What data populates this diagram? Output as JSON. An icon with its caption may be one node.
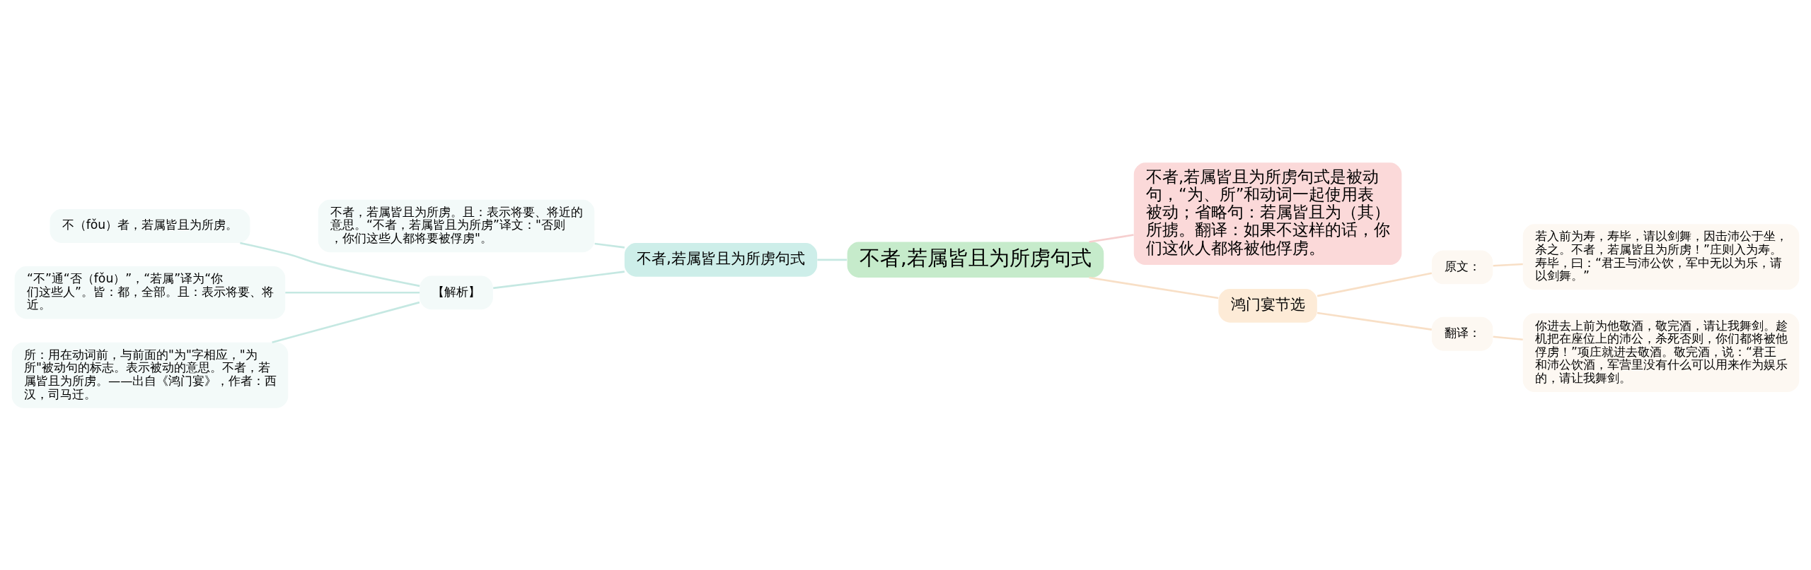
{
  "diagram": {
    "nodes": [
      {
        "text": [
          "不者,若属皆且为所虏句式"
        ]
      },
      {
        "text": [
          "不者,若属皆且为所虏句式"
        ]
      },
      {
        "text": [
          "不者，若属皆且为所虏。且：表示将要、将近的意思。“不者，若属皆且为所虏”译文：\"否则，你们这些人都将要被俘虏\"。"
        ]
      },
      {
        "text": [
          "【解析】"
        ]
      },
      {
        "text": [
          "不（fǒu）者，若属皆且为所虏。"
        ]
      },
      {
        "text": [
          "“不”通“否（fǒu）”，“若属”译为“你们这些人”。皆：都，全部。且：表示将要、将近。"
        ]
      },
      {
        "text": [
          "所：用在动词前，与前面的\"为\"字相应，\"为所\"被动句的标志。表示被动的意思。不者，若属皆且为所虏。——出自《鸿门宴》，作者：西汉，司马迁。"
        ]
      },
      {
        "text": [
          "不者,若属皆且为所虏句式是被动句，“为、所”和动词一起使用表被动；省略句：若属皆且为（其）所掳。翻译：如果不这样的话，你们这伙人都将被他俘虏。"
        ]
      },
      {
        "text": [
          "鸿门宴节选"
        ]
      },
      {
        "text": [
          "原文："
        ]
      },
      {
        "text": [
          "若入前为寿，寿毕，请以剑舞，因击沛公于坐，杀之。不者，若属皆且为所虏！”庄则入为寿。寿毕，曰：“君王与沛公饮，军中无以为乐，请以剑舞。”"
        ]
      },
      {
        "text": [
          "翻译："
        ]
      },
      {
        "text": [
          "你进去上前为他敬酒，敬完酒，请让我舞剑。趁机把在座位上的沛公，杀死否则，你们都将被他俘虏！”项庄就进去敬酒。敬完酒，说：“君王和沛公饮酒，军营里没有什么可以用来作为娱乐的，请让我舞剑。"
        ]
      }
    ],
    "edges": [
      {
        "from": 0,
        "to": 1,
        "arrow": "none"
      },
      {
        "from": 1,
        "to": 2,
        "arrow": "none"
      },
      {
        "from": 1,
        "to": 3,
        "arrow": "none"
      },
      {
        "from": 3,
        "to": 4,
        "arrow": "none"
      },
      {
        "from": 3,
        "to": 5,
        "arrow": "none"
      },
      {
        "from": 3,
        "to": 6,
        "arrow": "none"
      },
      {
        "from": 0,
        "to": 7,
        "arrow": "none",
        "color": "#f6cfcf"
      },
      {
        "from": 0,
        "to": 8,
        "arrow": "none",
        "color": "#f8dfc6"
      },
      {
        "from": 8,
        "to": 9,
        "arrow": "none",
        "color": "#f8dfc6"
      },
      {
        "from": 9,
        "to": 10,
        "arrow": "none",
        "color": "#f8dfc6"
      },
      {
        "from": 8,
        "to": 11,
        "arrow": "none",
        "color": "#f8dfc6"
      },
      {
        "from": 11,
        "to": 12,
        "arrow": "none",
        "color": "#f8dfc6"
      }
    ]
  }
}
